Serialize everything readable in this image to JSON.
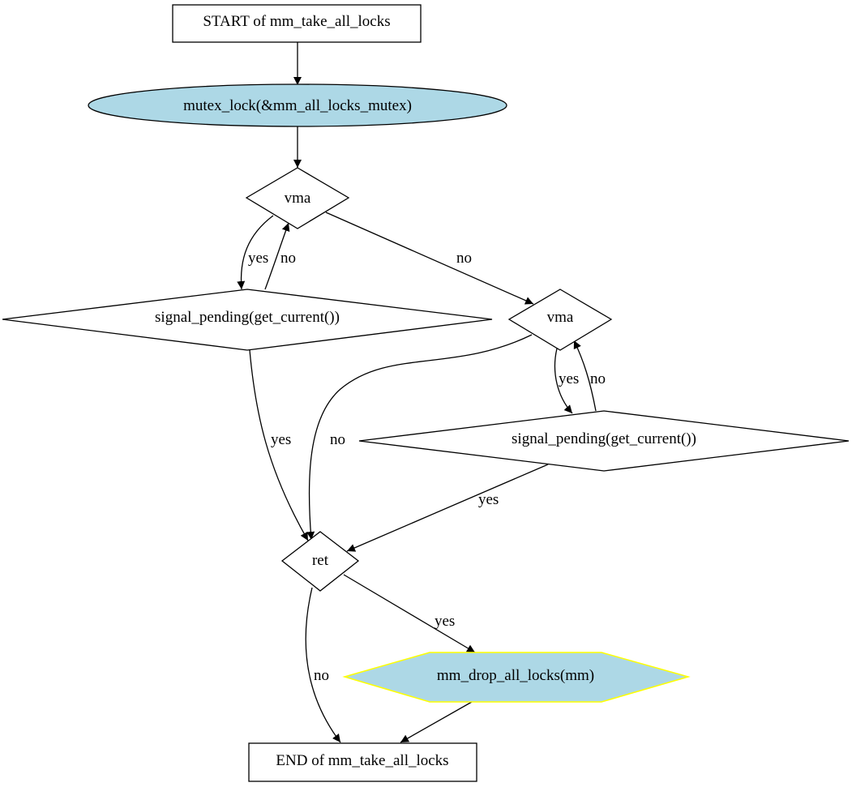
{
  "nodes": {
    "start": {
      "label": "START of mm_take_all_locks",
      "shape": "box",
      "fill": "#ffffff",
      "stroke": "#000000"
    },
    "mutex": {
      "label": "mutex_lock(&mm_all_locks_mutex)",
      "shape": "ellipse",
      "fill": "#add8e6",
      "stroke": "#000000"
    },
    "vma1": {
      "label": "vma",
      "shape": "diamond",
      "fill": "#ffffff",
      "stroke": "#000000"
    },
    "sig1": {
      "label": "signal_pending(get_current())",
      "shape": "diamond",
      "fill": "#ffffff",
      "stroke": "#000000"
    },
    "vma2": {
      "label": "vma",
      "shape": "diamond",
      "fill": "#ffffff",
      "stroke": "#000000"
    },
    "sig2": {
      "label": "signal_pending(get_current())",
      "shape": "diamond",
      "fill": "#ffffff",
      "stroke": "#000000"
    },
    "ret": {
      "label": "ret",
      "shape": "diamond",
      "fill": "#ffffff",
      "stroke": "#000000"
    },
    "drop": {
      "label": "mm_drop_all_locks(mm)",
      "shape": "hexagon",
      "fill": "#add8e6",
      "stroke": "#ffff00"
    },
    "end": {
      "label": "END of mm_take_all_locks",
      "shape": "box",
      "fill": "#ffffff",
      "stroke": "#000000"
    }
  },
  "edges": [
    {
      "id": "start-mutex",
      "from": "start",
      "to": "mutex",
      "label": ""
    },
    {
      "id": "mutex-vma1",
      "from": "mutex",
      "to": "vma1",
      "label": ""
    },
    {
      "id": "vma1-sig1",
      "from": "vma1",
      "to": "sig1",
      "label": "yes"
    },
    {
      "id": "sig1-vma1",
      "from": "sig1",
      "to": "vma1",
      "label": "no"
    },
    {
      "id": "vma1-vma2",
      "from": "vma1",
      "to": "vma2",
      "label": "no"
    },
    {
      "id": "sig1-ret",
      "from": "sig1",
      "to": "ret",
      "label": "yes"
    },
    {
      "id": "vma2-sig2",
      "from": "vma2",
      "to": "sig2",
      "label": "yes"
    },
    {
      "id": "sig2-vma2",
      "from": "sig2",
      "to": "vma2",
      "label": "no"
    },
    {
      "id": "vma2-ret",
      "from": "vma2",
      "to": "ret",
      "label": "no"
    },
    {
      "id": "sig2-ret",
      "from": "sig2",
      "to": "ret",
      "label": "yes"
    },
    {
      "id": "ret-drop",
      "from": "ret",
      "to": "drop",
      "label": "yes"
    },
    {
      "id": "ret-end",
      "from": "ret",
      "to": "end",
      "label": "no"
    },
    {
      "id": "drop-end",
      "from": "drop",
      "to": "end",
      "label": ""
    }
  ]
}
